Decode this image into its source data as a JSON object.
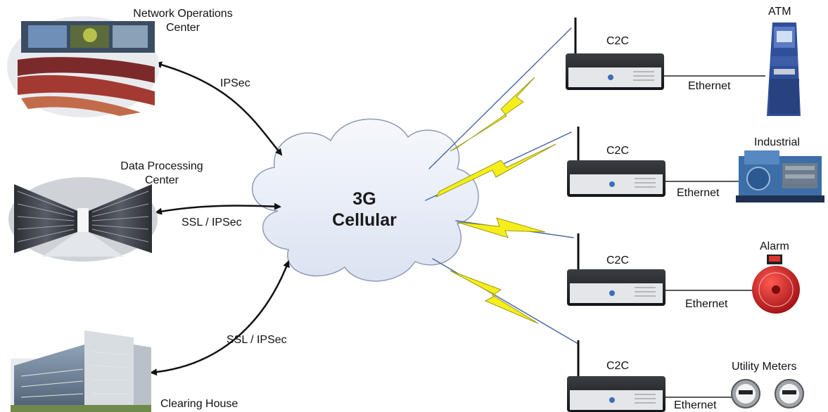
{
  "cloud": {
    "line1": "3G",
    "line2": "Cellular"
  },
  "left_sites": [
    {
      "title_l1": "Network Operations",
      "title_l2": "Center",
      "link": "IPSec",
      "icon": "control-room-icon"
    },
    {
      "title_l1": "Data Processing",
      "title_l2": "Center",
      "link": "SSL / IPSec",
      "icon": "server-room-icon"
    },
    {
      "title_l1": "Clearing House",
      "link": "SSL / IPSec",
      "icon": "office-building-icon"
    }
  ],
  "devices": [
    {
      "router": "C2C",
      "link": "Ethernet",
      "endpoint": "ATM",
      "icon": "atm-icon"
    },
    {
      "router": "C2C",
      "link": "Ethernet",
      "endpoint": "Industrial",
      "icon": "industrial-generator-icon"
    },
    {
      "router": "C2C",
      "link": "Ethernet",
      "endpoint": "Alarm",
      "icon": "alarm-bell-icon"
    },
    {
      "router": "C2C",
      "link": "Ethernet",
      "endpoint": "Utility Meters",
      "icon": "utility-meter-icon"
    }
  ],
  "colors": {
    "cloud_fill": "#e9eef8",
    "cloud_stroke": "#8f9bb4",
    "lightning": "#f5ee1a",
    "lightning_stroke": "#9a9a18",
    "radio_line": "#4e6aa6",
    "router_body": "#2a2c30",
    "atm_blue": "#2f4f9a",
    "industrial_blue": "#3c6ea8",
    "alarm_red": "#c8161b"
  }
}
